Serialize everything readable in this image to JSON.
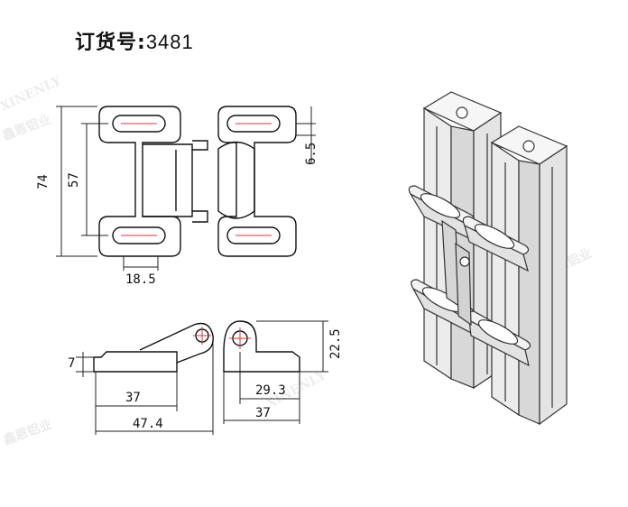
{
  "title": {
    "label": "订货号:",
    "code": "3481"
  },
  "watermark": {
    "brand": "XINENLY",
    "cn": "鑫恩铝业"
  },
  "dimensions": {
    "height_total": "74",
    "height_inner": "57",
    "slot_offset": "6.5",
    "slot_width": "18.5",
    "thickness": "7",
    "side_height": "22.5",
    "base_length_inner": "37",
    "base_length_total": "47.4",
    "right_offset": "29.3",
    "right_length": "37"
  },
  "colors": {
    "line": "#111111",
    "dim": "#222222",
    "render_fill": "#f4f4f4",
    "render_shade": "#cfcfcf"
  }
}
